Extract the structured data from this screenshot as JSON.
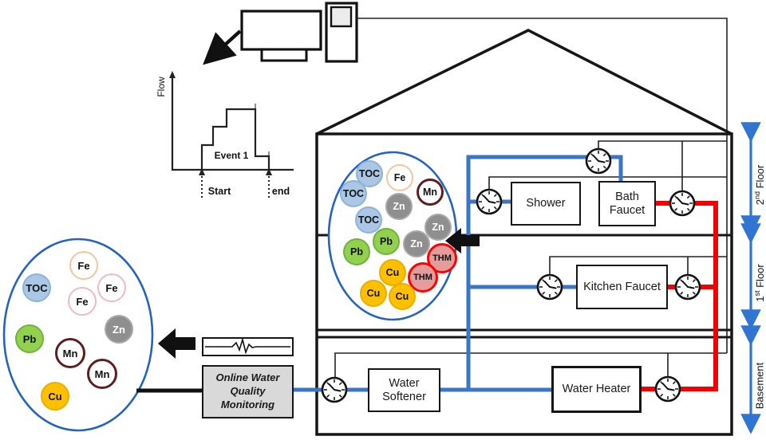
{
  "flow_chart": {
    "ylabel": "Flow",
    "event_label": "Event 1",
    "start_label": "Start",
    "end_label": "end"
  },
  "monitoring": {
    "label": "Online Water Quality Monitoring"
  },
  "house": {
    "rooms": [
      {
        "label": "Shower"
      },
      {
        "label": "Bath Faucet"
      },
      {
        "label": "Kitchen Faucet"
      },
      {
        "label": "Water Softener"
      },
      {
        "label": "Water Heater"
      }
    ],
    "floors": [
      {
        "num": "2",
        "sup": "nd",
        "word": " Floor"
      },
      {
        "num": "1",
        "sup": "st",
        "word": " Floor"
      },
      {
        "num": "",
        "sup": "",
        "word": "Basement"
      }
    ]
  },
  "left_bubble": {
    "items": [
      {
        "label": "Fe"
      },
      {
        "label": "TOC"
      },
      {
        "label": "Fe"
      },
      {
        "label": "Fe"
      },
      {
        "label": "Zn"
      },
      {
        "label": "Pb"
      },
      {
        "label": "Mn"
      },
      {
        "label": "Mn"
      },
      {
        "label": "Cu"
      }
    ]
  },
  "house_bubble": {
    "items": [
      {
        "label": "TOC"
      },
      {
        "label": "Fe"
      },
      {
        "label": "Mn"
      },
      {
        "label": "TOC"
      },
      {
        "label": "Zn"
      },
      {
        "label": "TOC"
      },
      {
        "label": "Zn"
      },
      {
        "label": "Pb"
      },
      {
        "label": "Zn"
      },
      {
        "label": "Pb"
      },
      {
        "label": "THM"
      },
      {
        "label": "Cu"
      },
      {
        "label": "THM"
      },
      {
        "label": "Cu"
      },
      {
        "label": "Cu"
      }
    ]
  },
  "colors": {
    "cold_water_pipe": "#3a76c5",
    "hot_water_pipe": "#f40000",
    "data_line": "#222222",
    "floor_arrow": "#2f75d1",
    "ellipse_border": "#2563c0",
    "monitoring_box_bg": "#d9d9d9",
    "bubbles": {
      "TOC": "#aac7e6",
      "Fe_peach_border": "#f6c49d",
      "Fe_pink_border": "#f0b9c4",
      "Zn": "#8f8f8f",
      "Pb": "#92d050",
      "Mn_border": "#5e1f1c",
      "Cu": "#ffc000",
      "THM_fill": "#e49c9c",
      "THM_border": "#fe0000"
    }
  }
}
